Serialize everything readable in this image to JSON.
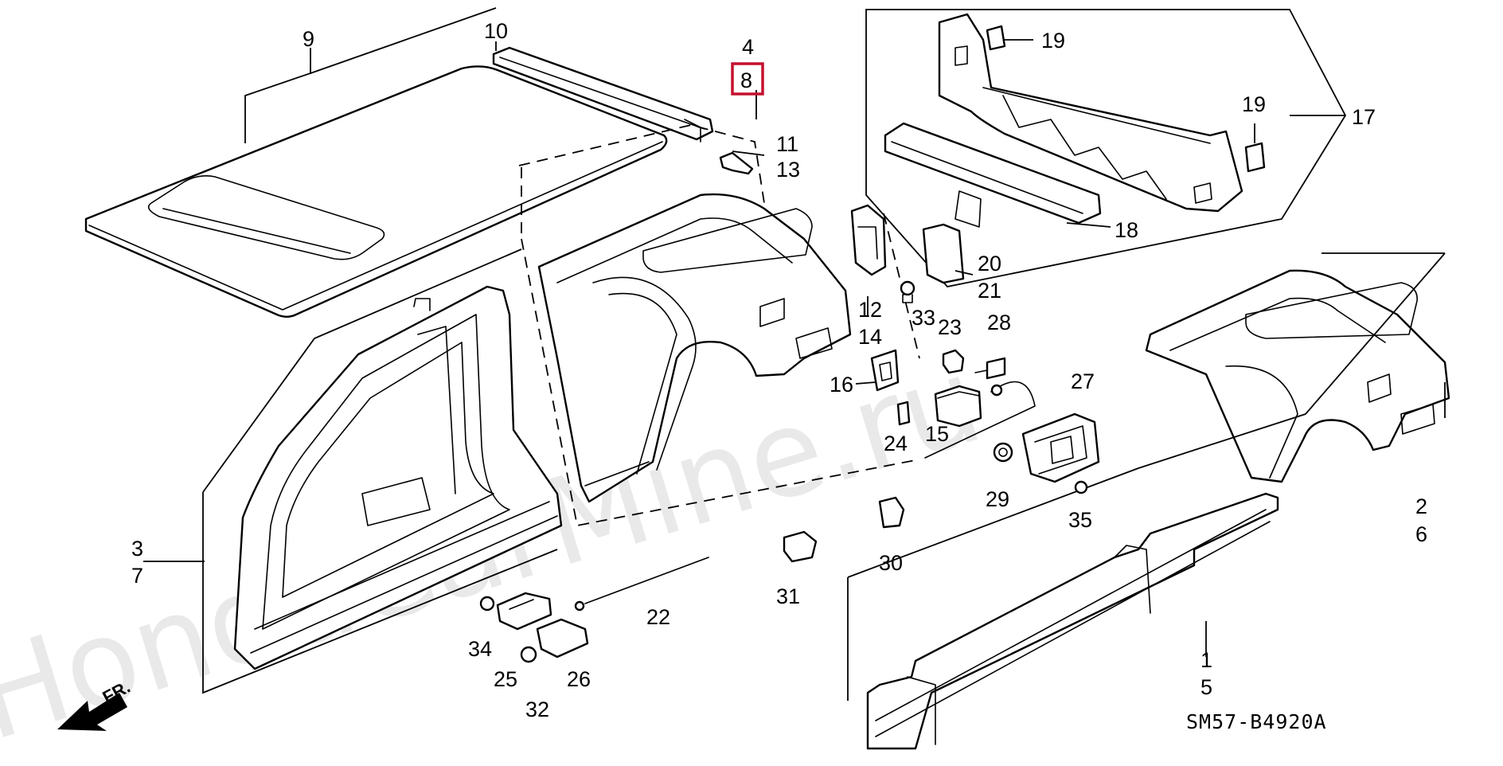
{
  "diagram": {
    "watermark": "HondaCarMine.ru",
    "diagram_code": "SM57-B4920A",
    "front_arrow_label": "FR.",
    "highlighted_part": "8",
    "labels": [
      {
        "id": "1",
        "text": "1"
      },
      {
        "id": "2",
        "text": "2"
      },
      {
        "id": "3",
        "text": "3"
      },
      {
        "id": "4",
        "text": "4"
      },
      {
        "id": "5",
        "text": "5"
      },
      {
        "id": "6",
        "text": "6"
      },
      {
        "id": "7",
        "text": "7"
      },
      {
        "id": "8",
        "text": "8"
      },
      {
        "id": "9",
        "text": "9"
      },
      {
        "id": "10",
        "text": "10"
      },
      {
        "id": "11",
        "text": "11"
      },
      {
        "id": "12",
        "text": "12"
      },
      {
        "id": "13",
        "text": "13"
      },
      {
        "id": "14",
        "text": "14"
      },
      {
        "id": "15",
        "text": "15"
      },
      {
        "id": "16",
        "text": "16"
      },
      {
        "id": "17",
        "text": "17"
      },
      {
        "id": "18",
        "text": "18"
      },
      {
        "id": "19a",
        "text": "19"
      },
      {
        "id": "19b",
        "text": "19"
      },
      {
        "id": "20",
        "text": "20"
      },
      {
        "id": "21",
        "text": "21"
      },
      {
        "id": "22",
        "text": "22"
      },
      {
        "id": "23",
        "text": "23"
      },
      {
        "id": "24",
        "text": "24"
      },
      {
        "id": "25",
        "text": "25"
      },
      {
        "id": "26",
        "text": "26"
      },
      {
        "id": "27",
        "text": "27"
      },
      {
        "id": "28",
        "text": "28"
      },
      {
        "id": "29",
        "text": "29"
      },
      {
        "id": "30",
        "text": "30"
      },
      {
        "id": "31",
        "text": "31"
      },
      {
        "id": "32",
        "text": "32"
      },
      {
        "id": "33",
        "text": "33"
      },
      {
        "id": "34",
        "text": "34"
      },
      {
        "id": "35",
        "text": "35"
      }
    ]
  }
}
